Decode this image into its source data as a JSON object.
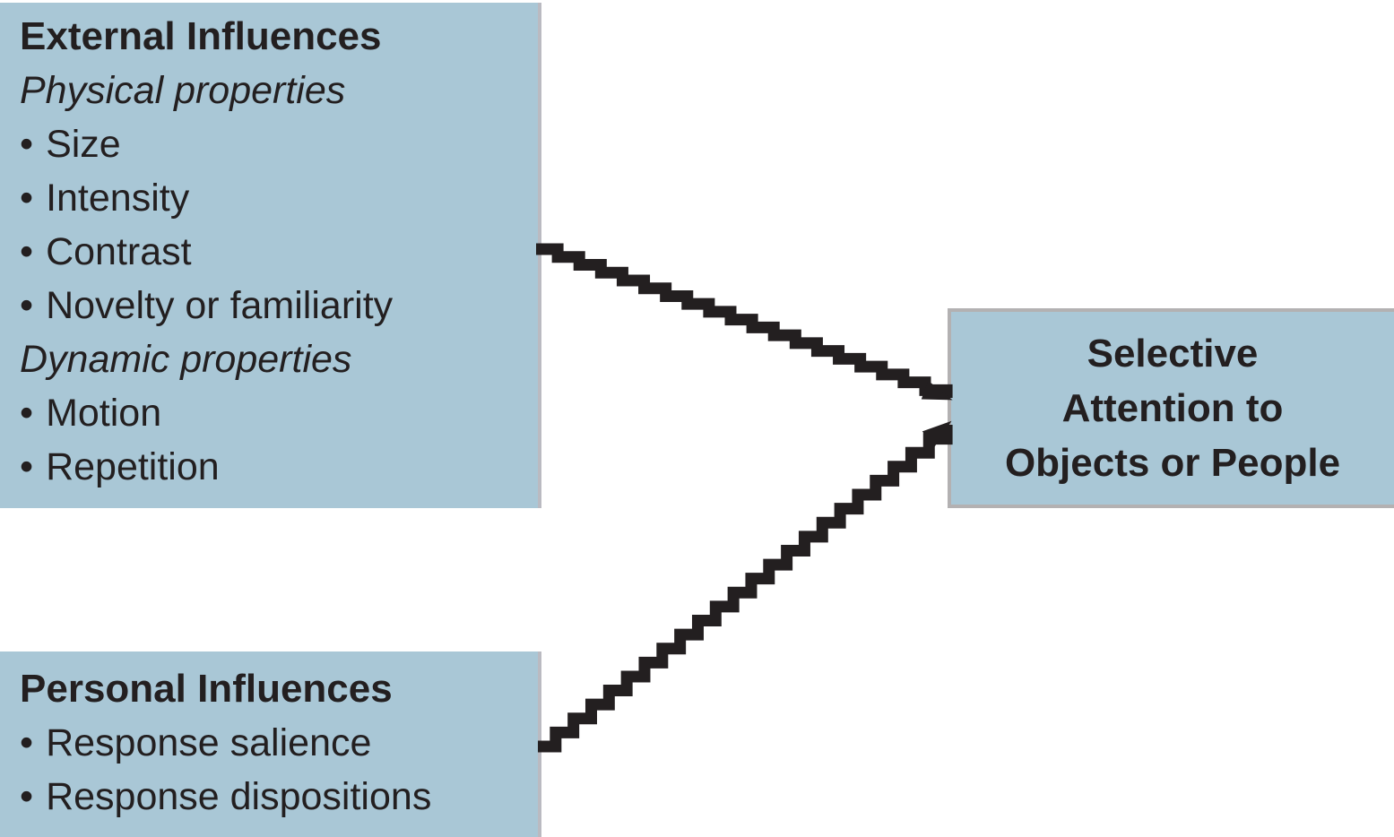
{
  "diagram": {
    "background_color": "#ffffff",
    "box_fill_color": "#a9c7d6",
    "box_edge_color": "#b5b4ba",
    "text_color": "#231f20",
    "arrow_color": "#231f20",
    "bullet_char": "•",
    "boxes": {
      "external": {
        "title": "External Influences",
        "sections": [
          {
            "heading": "Physical properties",
            "items": [
              "Size",
              "Intensity",
              "Contrast",
              "Novelty or familiarity"
            ]
          },
          {
            "heading": "Dynamic properties",
            "items": [
              "Motion",
              "Repetition"
            ]
          }
        ]
      },
      "personal": {
        "title": "Personal Influences",
        "items": [
          "Response salience",
          "Response dispositions"
        ]
      },
      "selective": {
        "lines": [
          "Selective",
          "Attention to",
          "Objects or People"
        ]
      }
    },
    "edges": [
      {
        "from": "external-influences",
        "to": "selective-attention"
      },
      {
        "from": "personal-influences",
        "to": "selective-attention"
      }
    ]
  }
}
